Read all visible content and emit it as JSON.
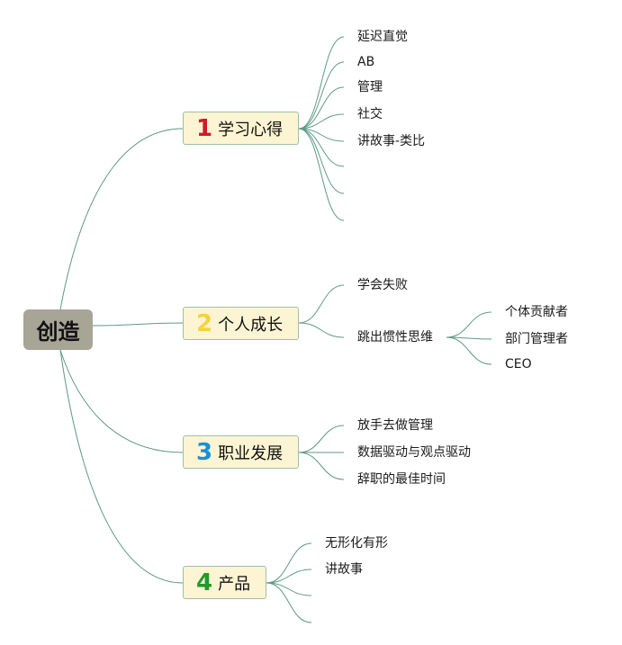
{
  "root": {
    "label": "创造"
  },
  "colors": {
    "line": "#5e9a86"
  },
  "branches": [
    {
      "num": "1",
      "label": "学习心得",
      "color": "#d0192b",
      "children": [
        "延迟直觉",
        "AB",
        "管理",
        "社交",
        "讲故事-类比",
        "",
        "",
        ""
      ]
    },
    {
      "num": "2",
      "label": "个人成长",
      "color": "#f7d23e",
      "children": [
        {
          "label": "学会失败"
        },
        {
          "label": "跳出惯性思维",
          "children": [
            "个体贡献者",
            "部门管理者",
            "CEO"
          ]
        }
      ]
    },
    {
      "num": "3",
      "label": "职业发展",
      "color": "#1b8fd6",
      "children": [
        "放手去做管理",
        "数据驱动与观点驱动",
        "辞职的最佳时间"
      ]
    },
    {
      "num": "4",
      "label": "产品",
      "color": "#1f9a2a",
      "children": [
        "无形化有形",
        "讲故事",
        "",
        ""
      ]
    }
  ]
}
